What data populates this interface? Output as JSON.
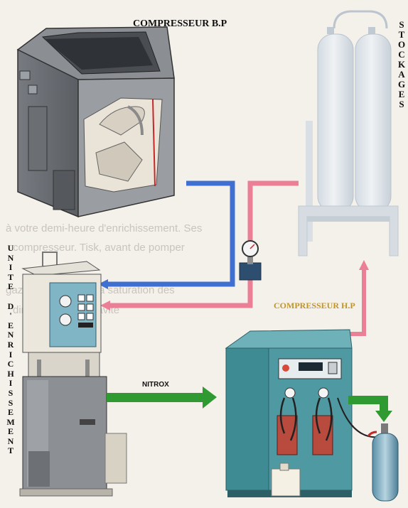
{
  "labels": {
    "compresseur_bp": "COMPRESSEUR B.P",
    "compresseur_hp": "COMPRESSEUR H.P",
    "stockages": "STOCKAGES",
    "unite_enrichissement": "UNITE D'ENRICHISSEMENT",
    "nitrox": "NITROX"
  },
  "background_text": [
    "à votre demi-heure d'enrichissement. Ses",
    "compresseur. Tisk, avant de pomper",
    "gazeuse dépend à la saturation des",
    "directions de la gravité"
  ],
  "colors": {
    "air_line": "#3f6fd0",
    "oxygen_line": "#ea7f95",
    "nitrox_arrow": "#2f9a32",
    "machine_body": "#4f9aa2",
    "unit_panel": "#7fb5c4"
  }
}
